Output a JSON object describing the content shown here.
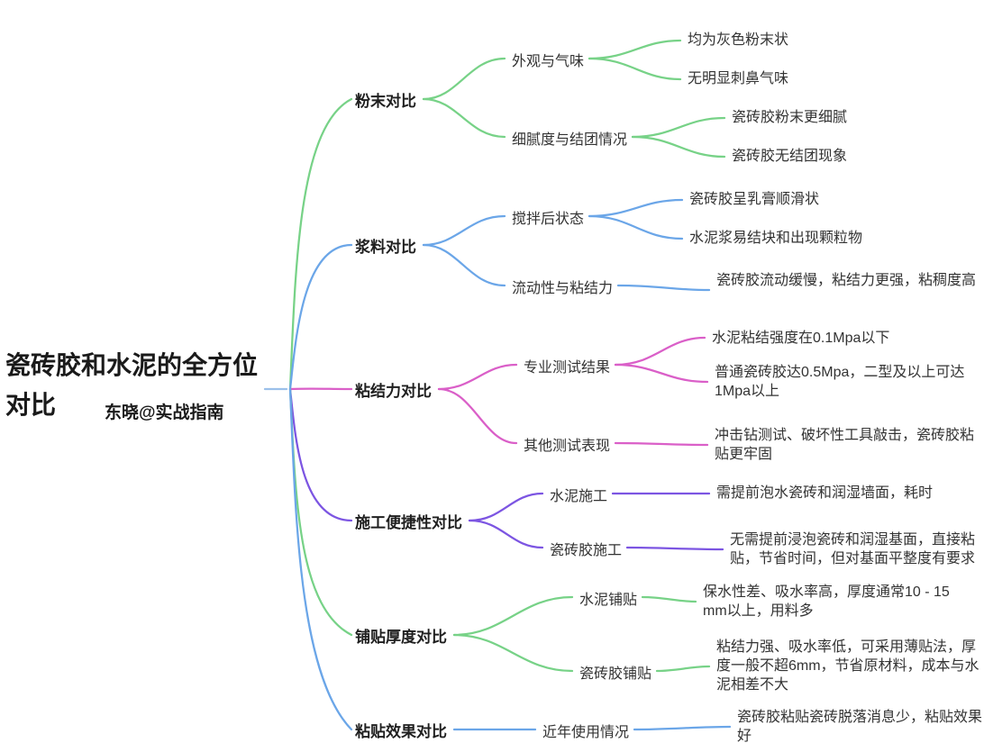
{
  "colors": {
    "connector": "#9bc0ea",
    "text": "#262626"
  },
  "root": {
    "title": "瓷砖胶和水泥的全方位对比",
    "subtitle": "东晓@实战指南"
  },
  "branches": [
    {
      "label": "粉末对比",
      "color": "#77d287",
      "children": [
        {
          "label": "外观与气味",
          "leaves": [
            "均为灰色粉末状",
            "无明显刺鼻气味"
          ]
        },
        {
          "label": "细腻度与结团情况",
          "leaves": [
            "瓷砖胶粉末更细腻",
            "瓷砖胶无结团现象"
          ]
        }
      ]
    },
    {
      "label": "浆料对比",
      "color": "#6ba6e8",
      "children": [
        {
          "label": "搅拌后状态",
          "leaves": [
            "瓷砖胶呈乳膏顺滑状",
            "水泥浆易结块和出现颗粒物"
          ]
        },
        {
          "label": "流动性与粘结力",
          "leaves": [
            "瓷砖胶流动缓慢，粘结力更强，粘稠度高"
          ]
        }
      ]
    },
    {
      "label": "粘结力对比",
      "color": "#da5fc8",
      "children": [
        {
          "label": "专业测试结果",
          "leaves": [
            "水泥粘结强度在0.1Mpa以下",
            "普通瓷砖胶达0.5Mpa，二型及以上可达1Mpa以上"
          ]
        },
        {
          "label": "其他测试表现",
          "leaves": [
            "冲击钻测试、破坏性工具敲击，瓷砖胶粘贴更牢固"
          ]
        }
      ]
    },
    {
      "label": "施工便捷性对比",
      "color": "#7c55e2",
      "children": [
        {
          "label": "水泥施工",
          "leaves": [
            "需提前泡水瓷砖和润湿墙面，耗时"
          ]
        },
        {
          "label": "瓷砖胶施工",
          "leaves": [
            "无需提前浸泡瓷砖和润湿基面，直接粘贴，节省时间，但对基面平整度有要求"
          ]
        }
      ]
    },
    {
      "label": "铺贴厚度对比",
      "color": "#77d287",
      "children": [
        {
          "label": "水泥铺贴",
          "leaves": [
            "保水性差、吸水率高，厚度通常10 - 15 mm以上，用料多"
          ]
        },
        {
          "label": "瓷砖胶铺贴",
          "leaves": [
            "粘结力强、吸水率低，可采用薄贴法，厚度一般不超6mm，节省原材料，成本与水泥相差不大"
          ]
        }
      ]
    },
    {
      "label": "粘贴效果对比",
      "color": "#6ba6e8",
      "children": [
        {
          "label": "近年使用情况",
          "leaves": [
            "瓷砖胶粘贴瓷砖脱落消息少，粘贴效果好"
          ]
        }
      ]
    }
  ]
}
